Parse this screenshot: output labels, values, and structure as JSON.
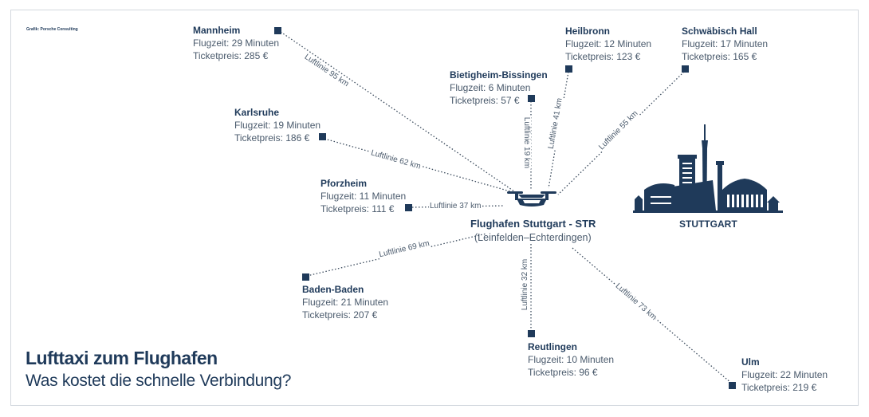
{
  "credit": "Grafik: Porsche Consulting",
  "title": "Lufttaxi zum Flughafen",
  "subtitle": "Was kostet die schnelle Verbindung?",
  "hub": {
    "name": "Flughafen Stuttgart - STR",
    "sub": "(Leinfelden–Echterdingen)"
  },
  "skyline_label": "STUTTGART",
  "cities": [
    {
      "id": "mannheim",
      "name": "Mannheim",
      "flight": "Flugzeit: 29 Minuten",
      "price": "Ticketpreis: 285 €",
      "distance": "Luftlinie 95 km"
    },
    {
      "id": "karlsruhe",
      "name": "Karlsruhe",
      "flight": "Flugzeit: 19 Minuten",
      "price": "Ticketpreis: 186 €",
      "distance": "Luftlinie 62 km"
    },
    {
      "id": "pforzheim",
      "name": "Pforzheim",
      "flight": "Flugzeit: 11 Minuten",
      "price": "Ticketpreis: 111 €",
      "distance": "Luftlinie 37 km"
    },
    {
      "id": "baden-baden",
      "name": "Baden-Baden",
      "flight": "Flugzeit: 21 Minuten",
      "price": "Ticketpreis: 207 €",
      "distance": "Luftlinie 69 km"
    },
    {
      "id": "bietigheim",
      "name": "Bietigheim-Bissingen",
      "flight": "Flugzeit: 6 Minuten",
      "price": "Ticketpreis: 57 €",
      "distance": "Luftlinie 19 km"
    },
    {
      "id": "heilbronn",
      "name": "Heilbronn",
      "flight": "Flugzeit: 12 Minuten",
      "price": "Ticketpreis: 123 €",
      "distance": "Luftlinie 41 km"
    },
    {
      "id": "schwaebisch-hall",
      "name": "Schwäbisch Hall",
      "flight": "Flugzeit: 17 Minuten",
      "price": "Ticketpreis: 165 €",
      "distance": "Luftlinie 55 km"
    },
    {
      "id": "reutlingen",
      "name": "Reutlingen",
      "flight": "Flugzeit: 10 Minuten",
      "price": "Ticketpreis: 96 €",
      "distance": "Luftlinie 32 km"
    },
    {
      "id": "ulm",
      "name": "Ulm",
      "flight": "Flugzeit: 22 Minuten",
      "price": "Ticketpreis: 219 €",
      "distance": "Luftlinie 73 km"
    }
  ],
  "colors": {
    "primary": "#1f3a5a",
    "text": "#4a5a6c",
    "line": "#3a4a5c"
  },
  "icons": {
    "hub": "air-taxi-icon",
    "skyline": "stuttgart-skyline-icon"
  }
}
